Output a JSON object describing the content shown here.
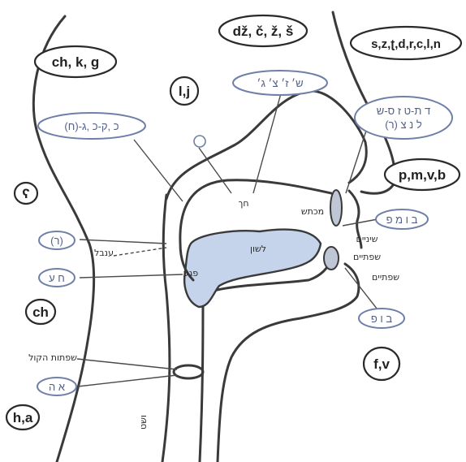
{
  "colors": {
    "outline": "#3a3a3a",
    "tongue_fill": "#c5d4ea",
    "blue_label": "#53608a",
    "dark_label": "#222222"
  },
  "sound_labels": {
    "back_ch_k_g": "ch, k, g",
    "post_alveolar": "dž, č, ž, š",
    "alveolar": "s,z,ʈ,d,r,c,l,n",
    "palatal_j": "l,j",
    "labial": "p,m,v,b",
    "glottal_curl": "ʕ",
    "ch": "ch",
    "labiodental": "f,v",
    "glottal": "h,a"
  },
  "hebrew_blue_labels": {
    "palatal_sounds": "ש׳ ז׳ צ׳ ג׳",
    "velar_sounds": "(ח)-כ ,ק-כ ,ג",
    "alveolar_sounds_line1": "ד ת-ט ז ס-ש",
    "alveolar_sounds_line2": "ל נ צ (ר)",
    "uvular": "(ר)",
    "pharyngeal": "ח ע",
    "bilabial": "ב ו מ פ",
    "labiodental": "ב ו פ",
    "glottal": "א ה"
  },
  "anatomy_labels": {
    "palate": "חך",
    "uvula": "ענבל",
    "velum": "פגע",
    "tongue": "לשון",
    "alveolar_ridge": "מכתש",
    "teeth_upper": "שיניים",
    "teeth": "שפתיים",
    "lips": "שפתיים",
    "vocal_folds": "שפתות הקול",
    "esophagus": "ושט"
  }
}
